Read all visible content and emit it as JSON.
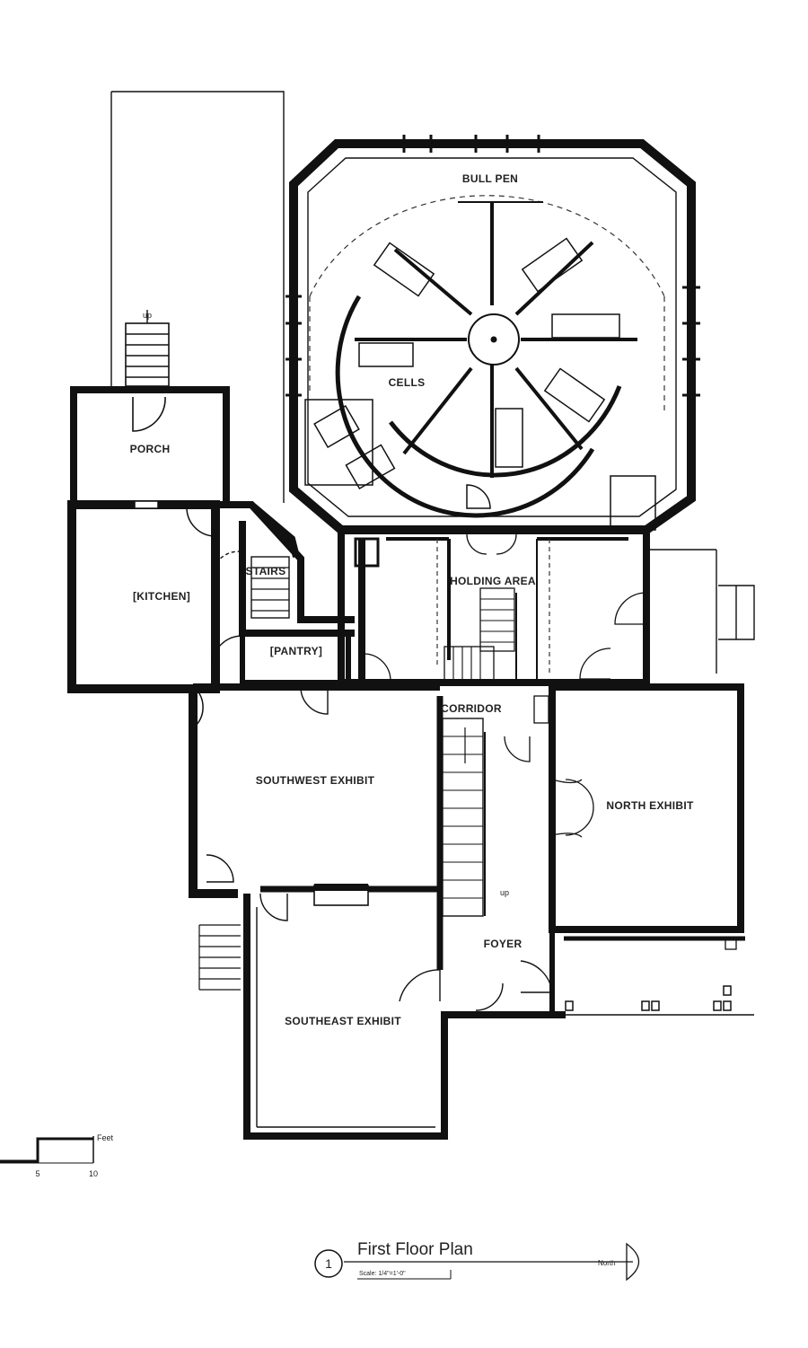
{
  "rooms": {
    "bull_pen": "BULL PEN",
    "cells": "CELLS",
    "porch": "PORCH",
    "kitchen": "[KITCHEN]",
    "stairs": "STAIRS",
    "pantry": "[PANTRY]",
    "holding_area": "HOLDING AREA",
    "corridor": "CORRIDOR",
    "southwest_exhibit": "SOUTHWEST EXHIBIT",
    "north_exhibit": "NORTH EXHIBIT",
    "foyer": "FOYER",
    "southeast_exhibit": "SOUTHEAST EXHIBIT"
  },
  "stair_labels": {
    "up_porch": "up",
    "up_foyer": "up"
  },
  "scale_bar": {
    "unit": "Feet",
    "tick_5": "5",
    "tick_10": "10"
  },
  "title_block": {
    "number": "1",
    "title": "First Floor Plan",
    "scale": "Scale: 1/4\"=1'-0\"",
    "north": "North"
  },
  "colors": {
    "ink": "#111111",
    "paper": "#ffffff"
  }
}
